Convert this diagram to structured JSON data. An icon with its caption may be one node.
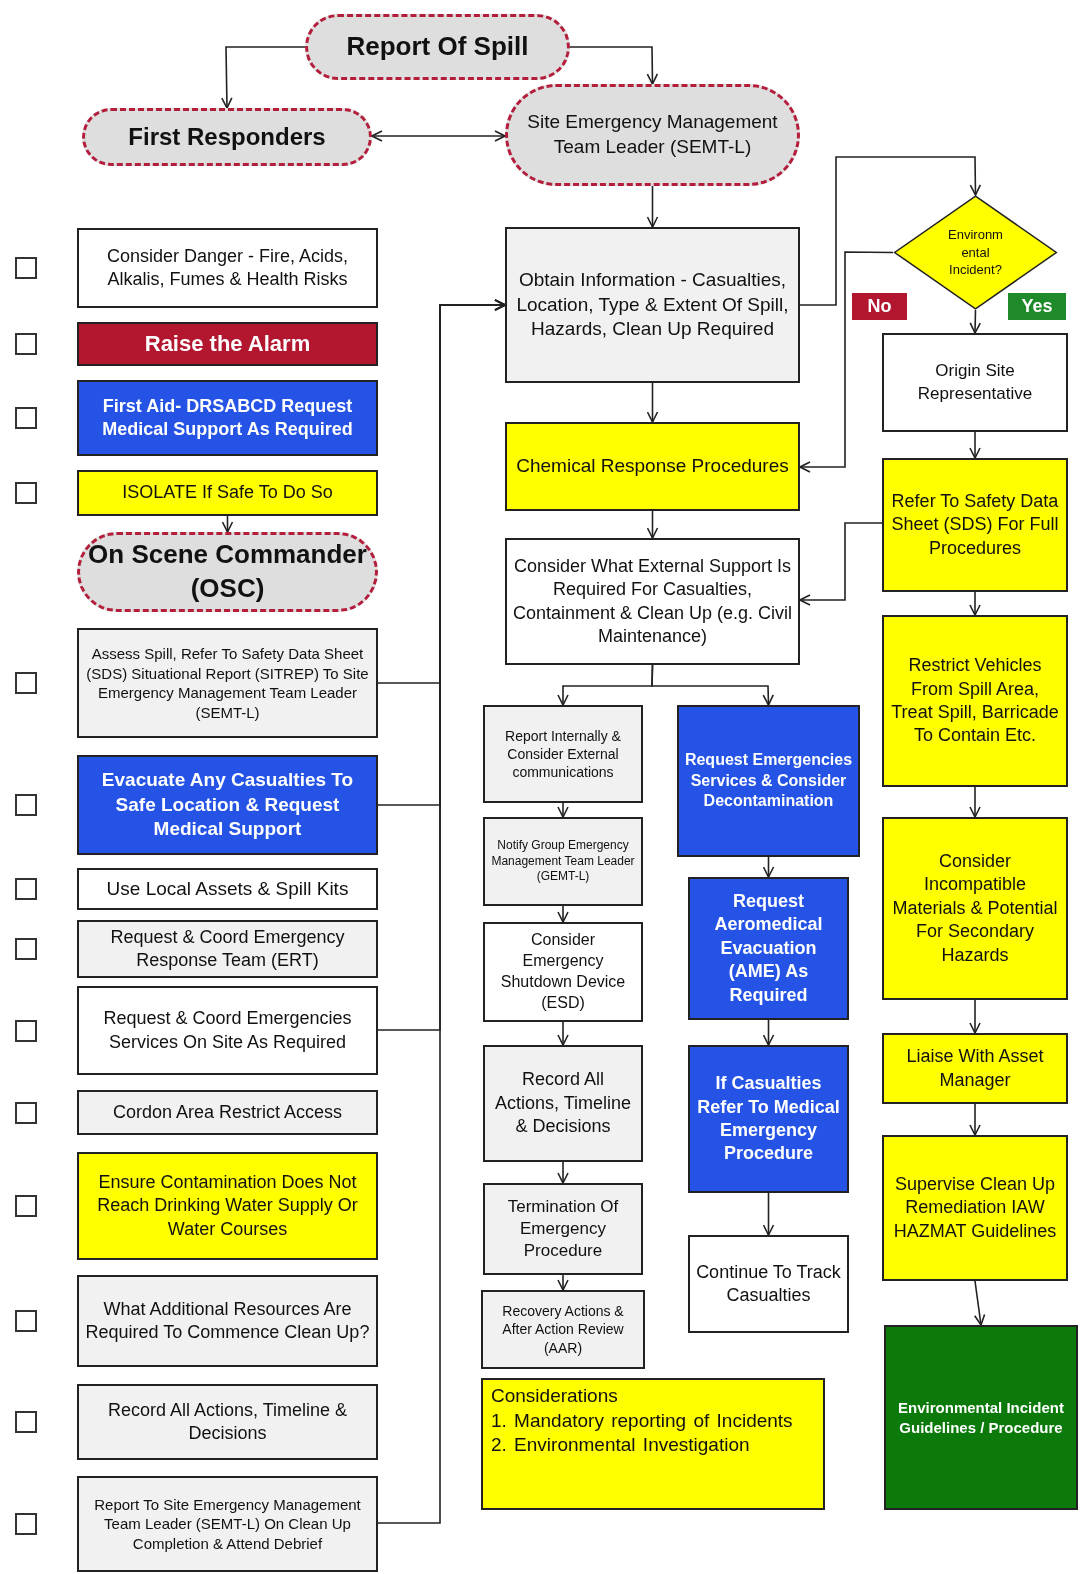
{
  "diagram": {
    "nodes": [
      {
        "text": [
          "Report Of Spill"
        ]
      },
      {
        "text": [
          "First Responders"
        ]
      },
      {
        "text": [
          "Site Emergency Management Team Leader (SEMT-L)"
        ]
      },
      {
        "text": [
          "Consider Danger - Fire, Acids, Alkalis, Fumes & Health Risks"
        ]
      },
      {
        "text": [
          "Raise the Alarm"
        ]
      },
      {
        "text": [
          "First Aid- DRSABCD Request Medical Support As Required"
        ]
      },
      {
        "text": [
          "ISOLATE If Safe To Do So"
        ]
      },
      {
        "text": [
          "On Scene Commander (OSC)"
        ]
      },
      {
        "text": [
          "Assess Spill, Refer To Safety Data Sheet (SDS) Situational Report (SITREP) To Site Emergency Management Team Leader (SEMT-L)"
        ]
      },
      {
        "text": [
          "Evacuate Any Casualties To Safe Location & Request Medical Support"
        ]
      },
      {
        "text": [
          "Use Local Assets & Spill Kits"
        ]
      },
      {
        "text": [
          "Request & Coord Emergency Response Team (ERT)"
        ]
      },
      {
        "text": [
          "Request & Coord Emergencies Services On Site As Required"
        ]
      },
      {
        "text": [
          "Cordon Area Restrict Access"
        ]
      },
      {
        "text": [
          "Ensure Contamination Does Not Reach Drinking Water Supply Or Water Courses"
        ]
      },
      {
        "text": [
          "What Additional Resources Are Required To Commence Clean Up?"
        ]
      },
      {
        "text": [
          "Record All Actions, Timeline & Decisions"
        ]
      },
      {
        "text": [
          "Report To Site Emergency Management Team Leader (SEMT-L) On Clean Up Completion & Attend Debrief"
        ]
      },
      {
        "text": [
          "Obtain Information - Casualties, Location, Type & Extent Of Spill, Hazards, Clean Up Required"
        ]
      },
      {
        "text": [
          "Chemical Response Procedures"
        ]
      },
      {
        "text": [
          "Consider What External Support Is Required For Casualties, Containment & Clean Up (e.g. Civil Maintenance)"
        ]
      },
      {
        "text": [
          "Report Internally & Consider External communications"
        ]
      },
      {
        "text": [
          "Notify Group Emergency Management Team Leader (GEMT-L)"
        ]
      },
      {
        "text": [
          "Consider Emergency Shutdown Device (ESD)"
        ]
      },
      {
        "text": [
          "Record All Actions, Timeline & Decisions"
        ]
      },
      {
        "text": [
          "Termination Of Emergency Procedure"
        ]
      },
      {
        "text": [
          "Recovery Actions & After Action Review (AAR)"
        ]
      },
      {
        "text": [
          "Considerations",
          "1. Mandatory reporting of Incidents",
          "2. Environmental Investigation"
        ]
      },
      {
        "text": [
          "Request Emergencies Services & Consider Decontamination"
        ]
      },
      {
        "text": [
          "Request Aeromedical Evacuation (AME) As Required"
        ]
      },
      {
        "text": [
          "If Casualties Refer To Medical Emergency Procedure"
        ]
      },
      {
        "text": [
          "Continue To Track Casualties"
        ]
      },
      {
        "text": [
          "Environmental Incident?"
        ]
      },
      {
        "text": [
          "Origin Site Representative"
        ]
      },
      {
        "text": [
          "Refer To Safety Data Sheet (SDS) For Full Procedures"
        ]
      },
      {
        "text": [
          "Restrict Vehicles From Spill Area, Treat Spill, Barricade To Contain Etc."
        ]
      },
      {
        "text": [
          "Consider Incompatible Materials & Potential For Secondary Hazards"
        ]
      },
      {
        "text": [
          "Liaise With Asset Manager"
        ]
      },
      {
        "text": [
          "Supervise Clean Up Remediation IAW HAZMAT Guidelines"
        ]
      },
      {
        "text": [
          "Environmental Incident Guidelines / Procedure"
        ]
      }
    ],
    "edges": [
      {
        "from": 0,
        "to": 1,
        "arrow": "to"
      },
      {
        "from": 0,
        "to": 2,
        "arrow": "to"
      },
      {
        "from": 1,
        "to": 2,
        "arrow": "both"
      },
      {
        "from": 2,
        "to": 18,
        "arrow": "to"
      },
      {
        "from": 18,
        "to": 19,
        "arrow": "to"
      },
      {
        "from": 19,
        "to": 20,
        "arrow": "to"
      },
      {
        "from": 18,
        "to": 32,
        "arrow": "to"
      },
      {
        "from": 32,
        "to": 33,
        "arrow": "to",
        "label": "Yes"
      },
      {
        "from": 32,
        "to": 19,
        "arrow": "to",
        "label": "No"
      },
      {
        "from": 33,
        "to": 34,
        "arrow": "to"
      },
      {
        "from": 34,
        "to": 20,
        "arrow": "to"
      },
      {
        "from": 34,
        "to": 35,
        "arrow": "to"
      },
      {
        "from": 35,
        "to": 36,
        "arrow": "to"
      },
      {
        "from": 36,
        "to": 37,
        "arrow": "to"
      },
      {
        "from": 37,
        "to": 38,
        "arrow": "to"
      },
      {
        "from": 38,
        "to": 39,
        "arrow": "to"
      },
      {
        "from": 20,
        "to": 21,
        "arrow": "to"
      },
      {
        "from": 20,
        "to": 28,
        "arrow": "to"
      },
      {
        "from": 21,
        "to": 22,
        "arrow": "to"
      },
      {
        "from": 22,
        "to": 23,
        "arrow": "to"
      },
      {
        "from": 23,
        "to": 24,
        "arrow": "to"
      },
      {
        "from": 24,
        "to": 25,
        "arrow": "to"
      },
      {
        "from": 25,
        "to": 26,
        "arrow": "to"
      },
      {
        "from": 28,
        "to": 29,
        "arrow": "to"
      },
      {
        "from": 29,
        "to": 30,
        "arrow": "to"
      },
      {
        "from": 30,
        "to": 31,
        "arrow": "to"
      },
      {
        "from": 6,
        "to": 7,
        "arrow": "to"
      },
      {
        "from": 8,
        "to": 18,
        "arrow": "to"
      },
      {
        "from": 9,
        "to": 18,
        "arrow": "to"
      },
      {
        "from": 12,
        "to": 18,
        "arrow": "to"
      },
      {
        "from": 17,
        "to": 18,
        "arrow": "to"
      }
    ]
  }
}
